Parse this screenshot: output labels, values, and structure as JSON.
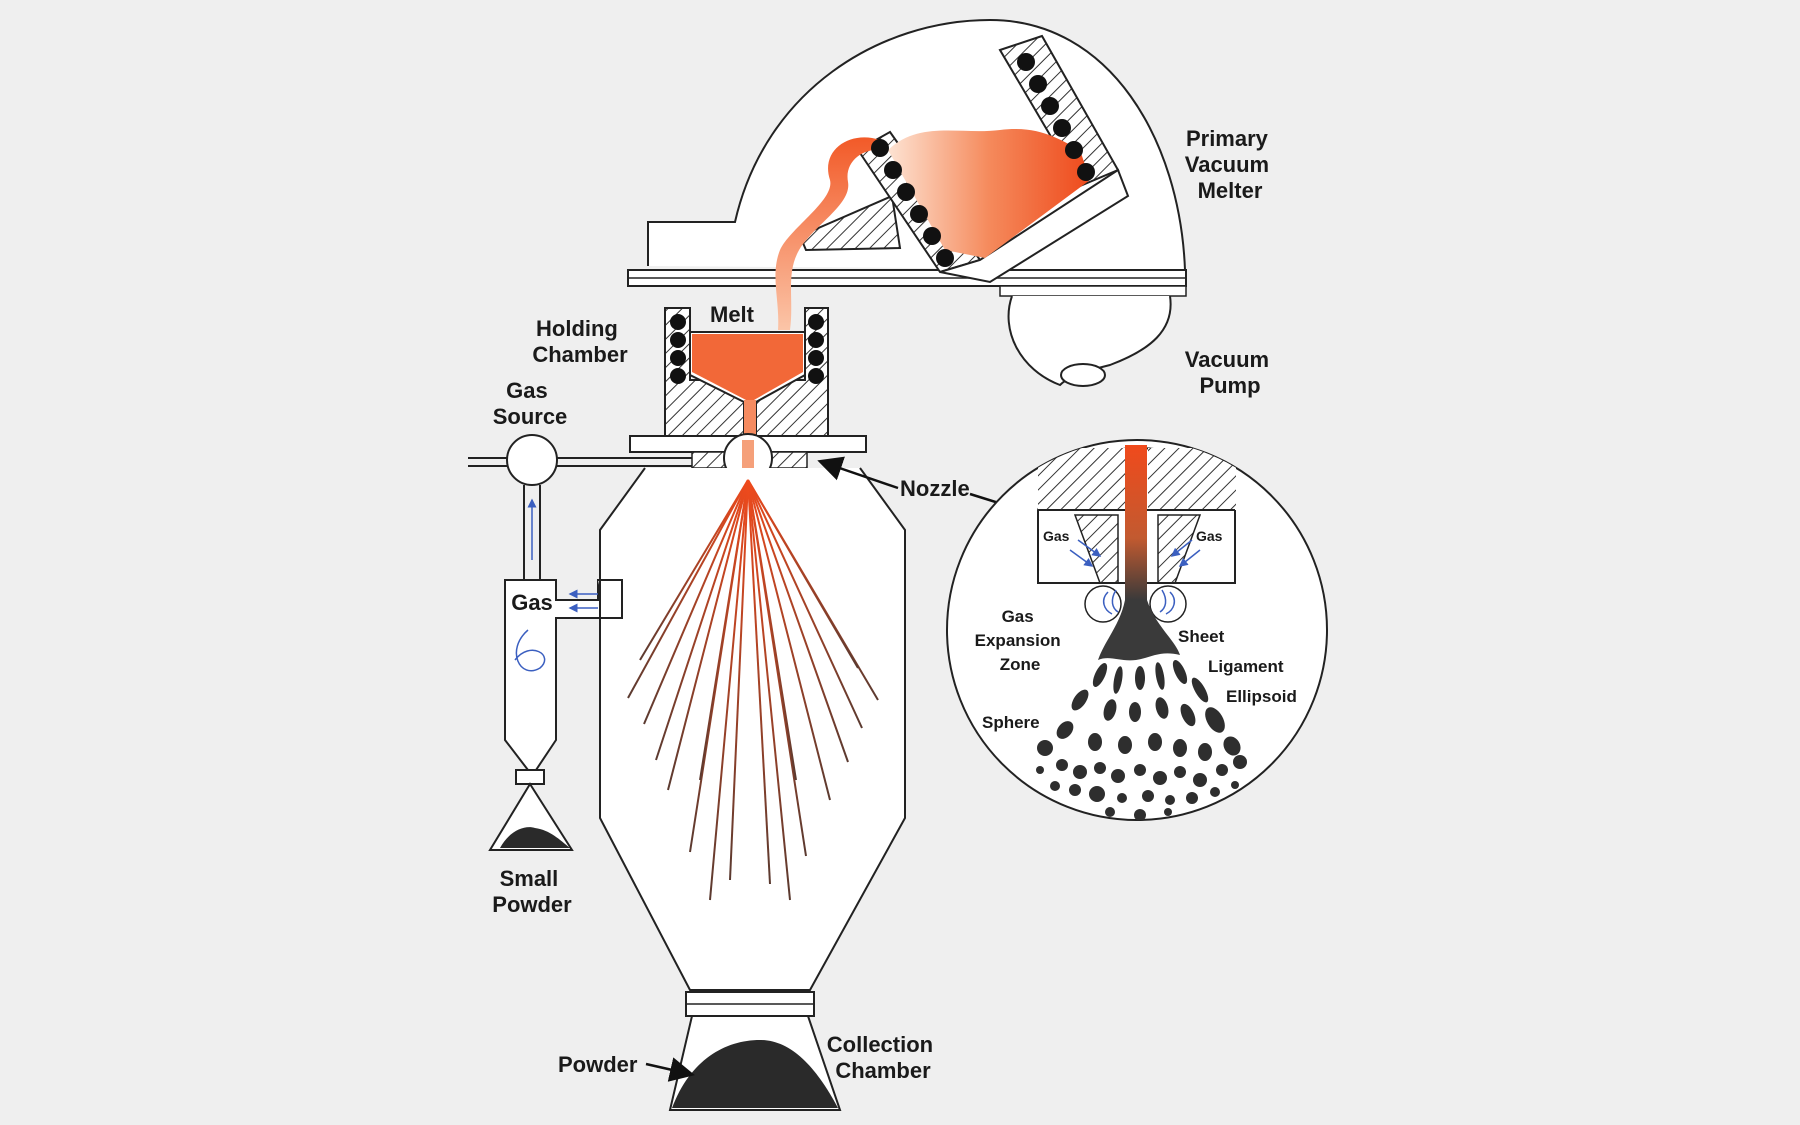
{
  "labels": {
    "primary_vacuum_melter": [
      "Primary",
      "Vacuum",
      "Melter"
    ],
    "vacuum_pump": [
      "Vacuum",
      "Pump"
    ],
    "holding_chamber": [
      "Holding",
      "Chamber"
    ],
    "melt": "Melt",
    "gas_source": [
      "Gas",
      "Source"
    ],
    "nozzle": "Nozzle",
    "gas_separator": "Gas",
    "small_powder": [
      "Small",
      "Powder"
    ],
    "powder": "Powder",
    "collection_chamber": [
      "Collection",
      "Chamber"
    ]
  },
  "inset": {
    "gas_left": "Gas",
    "gas_right": "Gas",
    "gas_expansion_zone": [
      "Gas",
      "Expansion",
      "Zone"
    ],
    "sheet": "Sheet",
    "ligament": "Ligament",
    "ellipsoid": "Ellipsoid",
    "sphere": "Sphere"
  },
  "colors": {
    "melt_orange": "#f05a28",
    "melt_light": "#f9b08a",
    "outline": "#222222",
    "gas_arrow": "#3b5fc0",
    "powder_dark": "#2a2a2a"
  }
}
